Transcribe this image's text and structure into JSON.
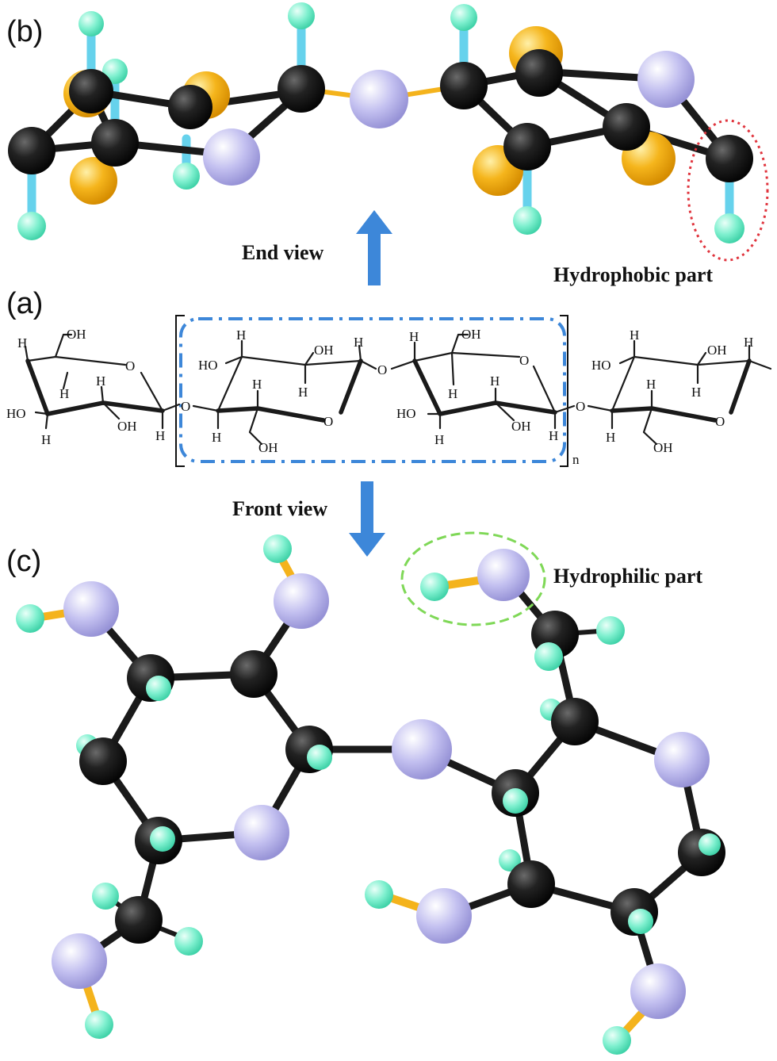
{
  "panels": {
    "a": {
      "letter": "(a)",
      "repeat_subscript": "n"
    },
    "b": {
      "letter": "(b)",
      "view_caption": "End view",
      "part_caption": "Hydrophobic part"
    },
    "c": {
      "letter": "(c)",
      "view_caption": "Front view",
      "part_caption": "Hydrophilic part"
    }
  },
  "structure_labels": {
    "O": "O",
    "H": "H",
    "OH": "OH",
    "HO": "HO"
  },
  "colors": {
    "carbon": "#1b1b1b",
    "oxygen": "#b9b6ea",
    "hydrogen": "#7ff0d0",
    "axial_hydrogen_face": "#f2b21a",
    "axial_bond": "#66d2ec",
    "linker_bond": "#f4b31c",
    "arrow": "#3d87d9",
    "repeat_box": "#3d87d9",
    "hydrophobic_marker": "#e0343d",
    "hydrophilic_marker": "#7fd857"
  },
  "icons": {
    "end_view_arrow": "arrow-up-icon",
    "front_view_arrow": "arrow-down-icon"
  }
}
